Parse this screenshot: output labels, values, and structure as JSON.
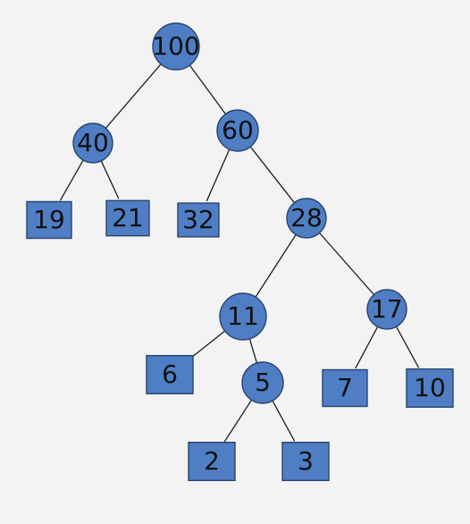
{
  "diagram": {
    "type": "tree",
    "colors": {
      "node_fill": "#4f7ec4",
      "node_stroke": "#27456f",
      "edge": "#1e1e1e",
      "background": "#f3f3f3"
    },
    "nodes": [
      {
        "id": "n100",
        "label": "100",
        "shape": "circle"
      },
      {
        "id": "n40",
        "label": "40",
        "shape": "circle"
      },
      {
        "id": "n60",
        "label": "60",
        "shape": "circle"
      },
      {
        "id": "n19",
        "label": "19",
        "shape": "square"
      },
      {
        "id": "n21",
        "label": "21",
        "shape": "square"
      },
      {
        "id": "n32",
        "label": "32",
        "shape": "square"
      },
      {
        "id": "n28",
        "label": "28",
        "shape": "circle"
      },
      {
        "id": "n11",
        "label": "11",
        "shape": "circle"
      },
      {
        "id": "n17",
        "label": "17",
        "shape": "circle"
      },
      {
        "id": "n6",
        "label": "6",
        "shape": "square"
      },
      {
        "id": "n5",
        "label": "5",
        "shape": "circle"
      },
      {
        "id": "n7",
        "label": "7",
        "shape": "square"
      },
      {
        "id": "n10",
        "label": "10",
        "shape": "square"
      },
      {
        "id": "n2",
        "label": "2",
        "shape": "square"
      },
      {
        "id": "n3",
        "label": "3",
        "shape": "square"
      }
    ],
    "edges": [
      [
        "n100",
        "n40"
      ],
      [
        "n100",
        "n60"
      ],
      [
        "n40",
        "n19"
      ],
      [
        "n40",
        "n21"
      ],
      [
        "n60",
        "n32"
      ],
      [
        "n60",
        "n28"
      ],
      [
        "n28",
        "n11"
      ],
      [
        "n28",
        "n17"
      ],
      [
        "n11",
        "n6"
      ],
      [
        "n11",
        "n5"
      ],
      [
        "n17",
        "n7"
      ],
      [
        "n17",
        "n10"
      ],
      [
        "n5",
        "n2"
      ],
      [
        "n5",
        "n3"
      ]
    ]
  }
}
